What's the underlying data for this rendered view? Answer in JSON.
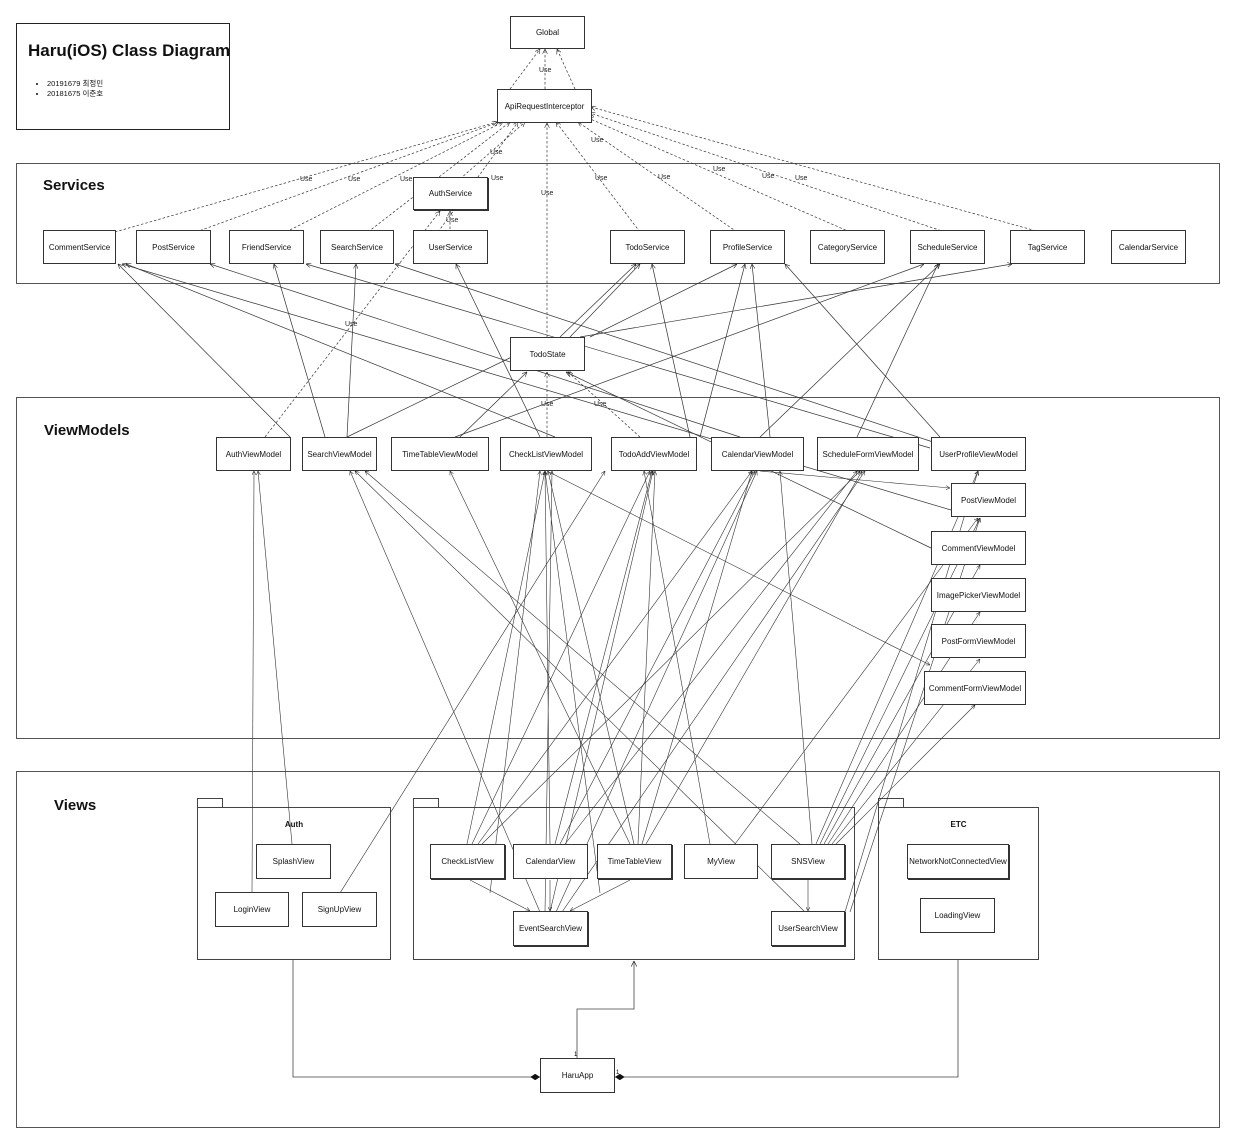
{
  "title": "Haru(iOS) Class Diagram",
  "authors": [
    "20191679 최정민",
    "20181675 이준호"
  ],
  "sections": {
    "services": "Services",
    "viewmodels": "ViewModels",
    "views": "Views"
  },
  "packages": {
    "auth": "Auth",
    "etc": "ETC"
  },
  "classes": {
    "global": "Global",
    "api_interceptor": "ApiRequestInterceptor",
    "auth_service": "AuthService",
    "comment_service": "CommentService",
    "post_service": "PostService",
    "friend_service": "FriendService",
    "search_service": "SearchService",
    "user_service": "UserService",
    "todo_service": "TodoService",
    "profile_service": "ProfileService",
    "category_service": "CategoryService",
    "schedule_service": "ScheduleService",
    "tag_service": "TagService",
    "calendar_service": "CalendarService",
    "todo_state": "TodoState",
    "auth_vm": "AuthViewModel",
    "search_vm": "SearchViewModel",
    "timetable_vm": "TimeTableViewModel",
    "checklist_vm": "CheckListViewModel",
    "todoadd_vm": "TodoAddViewModel",
    "calendar_vm": "CalendarViewModel",
    "scheduleform_vm": "ScheduleFormViewModel",
    "userprofile_vm": "UserProfileViewModel",
    "post_vm": "PostViewModel",
    "comment_vm": "CommentViewModel",
    "imagepicker_vm": "ImagePickerViewModel",
    "postform_vm": "PostFormViewModel",
    "commentform_vm": "CommentFormViewModel",
    "splash_view": "SplashView",
    "login_view": "LoginView",
    "signup_view": "SignUpView",
    "checklist_view": "CheckListView",
    "calendar_view": "CalendarView",
    "timetable_view": "TimeTableView",
    "my_view": "MyView",
    "sns_view": "SNSView",
    "eventsearch_view": "EventSearchView",
    "usersearch_view": "UserSearchView",
    "network_view": "NetworkNotConnectedView",
    "loading_view": "LoadingView",
    "haru_app": "HaruApp"
  },
  "labels": {
    "use": "Use",
    "multiplicity": "1"
  }
}
